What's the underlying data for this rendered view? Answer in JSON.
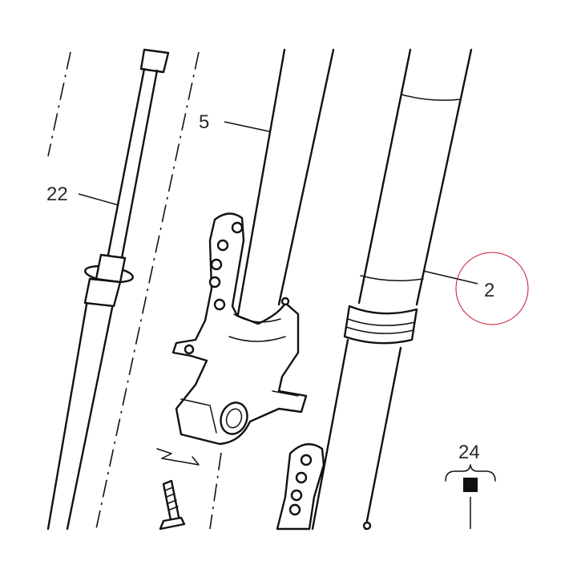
{
  "diagram": {
    "callouts": [
      {
        "id": "22",
        "label": "22"
      },
      {
        "id": "5",
        "label": "5"
      },
      {
        "id": "2",
        "label": "2"
      },
      {
        "id": "24",
        "label": "24"
      }
    ],
    "highlight_color": "#c8102e",
    "line_color": "#111111"
  }
}
